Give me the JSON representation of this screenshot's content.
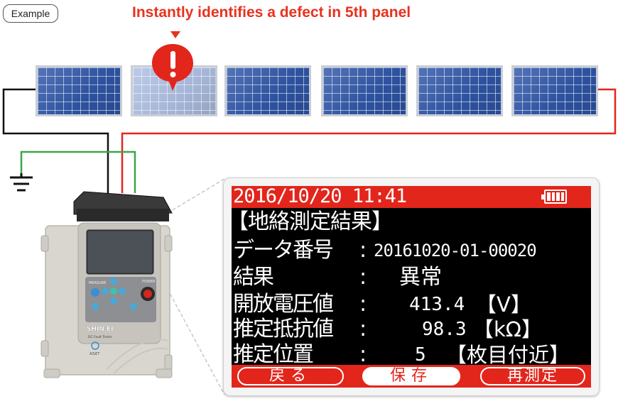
{
  "example_label": "Example",
  "headline": "Instantly identifies a defect in 5th panel",
  "alert_icon": "exclamation-icon",
  "panels": [
    {
      "state": "normal"
    },
    {
      "state": "defect"
    },
    {
      "state": "normal"
    },
    {
      "state": "normal"
    },
    {
      "state": "normal"
    },
    {
      "state": "normal"
    }
  ],
  "device": {
    "brand": "SHIN EI",
    "model": "DC Fault Tester",
    "measure_label": "MEASURE",
    "power_label": "POWER",
    "aiset_label": "AISET"
  },
  "screen": {
    "datetime": "2016/10/20 11:41",
    "battery_icon": "battery-full-icon",
    "title": "【地絡測定結果】",
    "rows": [
      {
        "label": "データ番号",
        "colon": ":",
        "value": "20161020-01-00020",
        "unit": ""
      },
      {
        "label": "結果",
        "colon": ":",
        "value": "異常",
        "unit": ""
      },
      {
        "label": "開放電圧値",
        "colon": ":",
        "value": "413.4",
        "unit": "【V】"
      },
      {
        "label": "推定抵抗値",
        "colon": ":",
        "value": "98.3",
        "unit": "【kΩ】"
      },
      {
        "label": "推定位置",
        "colon": ":",
        "value": "5",
        "unit": "【枚目付近】"
      }
    ],
    "buttons": [
      {
        "label": "戻る"
      },
      {
        "label": "保存"
      },
      {
        "label": "再測定"
      }
    ]
  },
  "colors": {
    "accent_red": "#e2261c",
    "headline_red": "#e8321f",
    "panel_blue": "#2f56a8",
    "wire_green": "#3da547"
  }
}
